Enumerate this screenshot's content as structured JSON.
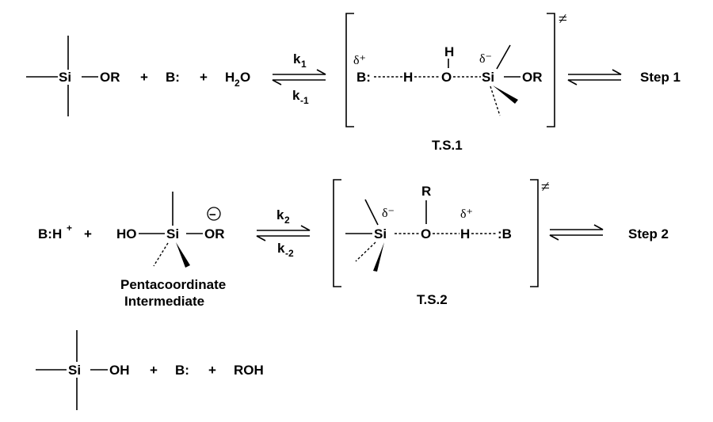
{
  "text": {
    "si": "Si",
    "or": "OR",
    "plus": "+",
    "base": "B:",
    "h2o_main": "H",
    "h2o_sub": "2",
    "h2o_tail": "O",
    "k_letter": "k",
    "k1_sub": "1",
    "k_1_sub": "-1",
    "k2_sub": "2",
    "k_2_sub": "-2",
    "delta_plus": "δ⁺",
    "delta_minus": "δ⁻",
    "h": "H",
    "o": "O",
    "r": "R",
    "ho": "HO",
    "oh": "OH",
    "colon_b": ":B",
    "ts_mark": "≠",
    "step1": "Step 1",
    "step2": "Step 2",
    "ts1": "T.S.1",
    "ts2": "T.S.2",
    "bh_main": "B:H",
    "bh_sup": "+",
    "minus_sign": "−",
    "pentacoord_line1": "Pentacoordinate",
    "pentacoord_line2": "Intermediate",
    "roh": "ROH"
  }
}
